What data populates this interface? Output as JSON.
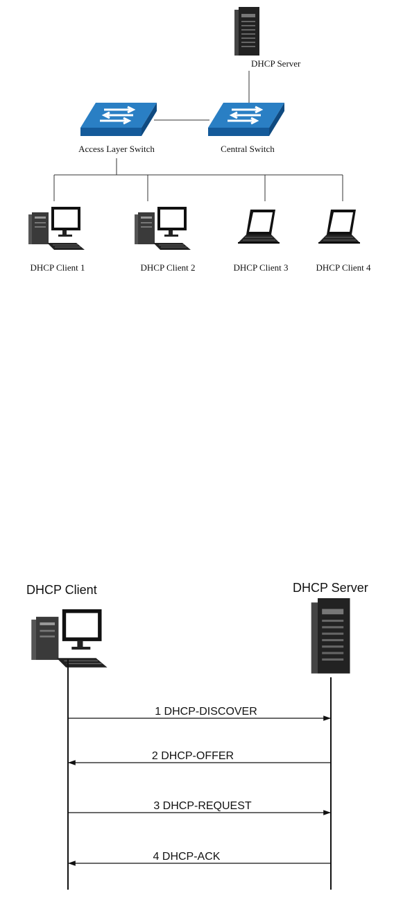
{
  "topology": {
    "server_label": "DHCP Server",
    "access_switch_label": "Access Layer Switch",
    "central_switch_label": "Central Switch",
    "clients": [
      {
        "label": "DHCP Client 1",
        "device": "desktop-pc-icon"
      },
      {
        "label": "DHCP Client 2",
        "device": "desktop-pc-icon"
      },
      {
        "label": "DHCP Client 3",
        "device": "laptop-icon"
      },
      {
        "label": "DHCP Client 4",
        "device": "laptop-icon"
      }
    ],
    "colors": {
      "switch_top": "#2a7fc4",
      "switch_side": "#145a9a",
      "line": "#333333"
    }
  },
  "sequence": {
    "client_label": "DHCP Client",
    "server_label": "DHCP Server",
    "messages": [
      {
        "label": "1 DHCP-DISCOVER",
        "direction": "to-server"
      },
      {
        "label": "2 DHCP-OFFER",
        "direction": "to-client"
      },
      {
        "label": "3 DHCP-REQUEST",
        "direction": "to-server"
      },
      {
        "label": "4 DHCP-ACK",
        "direction": "to-client"
      }
    ]
  }
}
